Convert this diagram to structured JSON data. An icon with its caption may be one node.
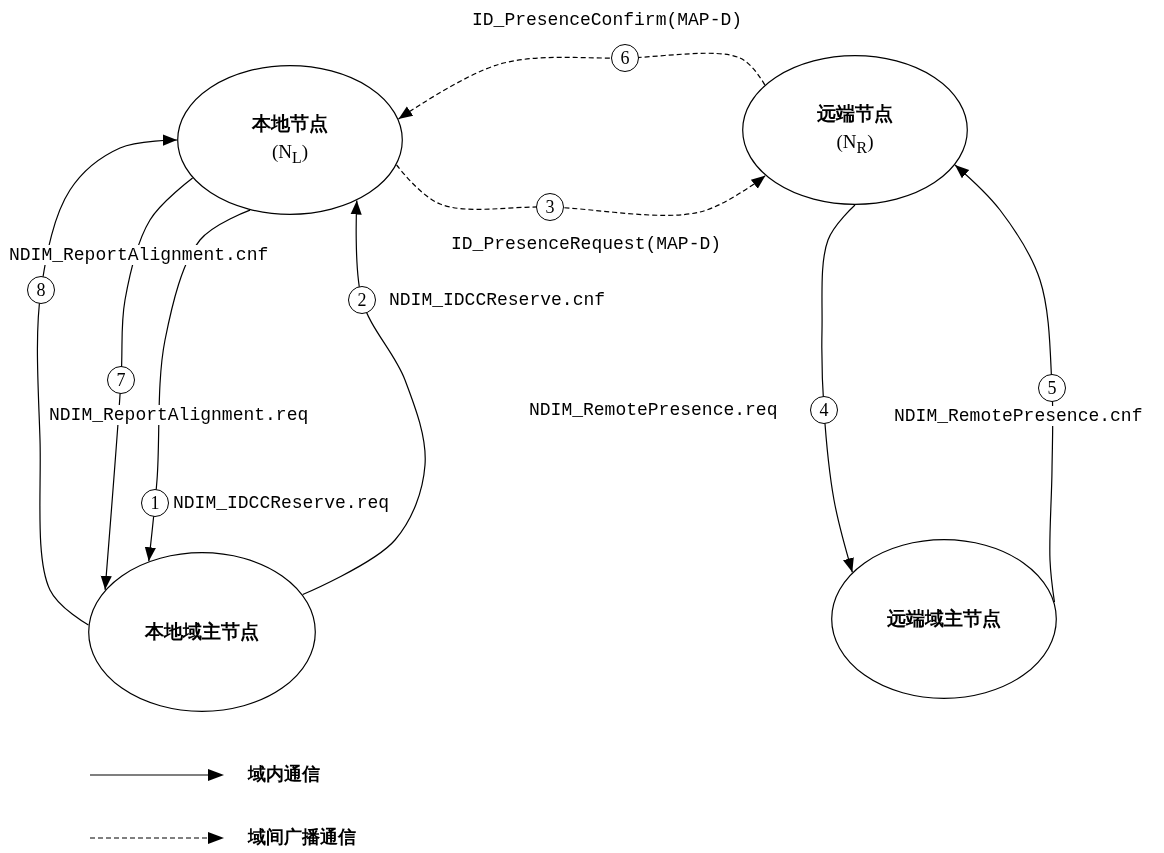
{
  "diagram": {
    "nodes": [
      {
        "text": [
          "本地节点",
          "(N$_{L}$)"
        ]
      },
      {
        "text": [
          "远端节点",
          "(N$_{R}$)"
        ]
      },
      {
        "text": [
          "本地域主节点"
        ]
      },
      {
        "text": [
          "远端域主节点"
        ]
      }
    ],
    "edges": [
      {
        "from": 0,
        "to": 2,
        "arrow": "to",
        "label": "NDIM_IDCCReserve.req"
      },
      {
        "from": 2,
        "to": 0,
        "arrow": "to",
        "label": "NDIM_IDCCReserve.cnf"
      },
      {
        "from": 0,
        "to": 1,
        "arrow": "to",
        "label": "ID_PresenceRequest(MAP-D)",
        "style": "dashed"
      },
      {
        "from": 1,
        "to": 3,
        "arrow": "to",
        "label": "NDIM_RemotePresence.req"
      },
      {
        "from": 3,
        "to": 1,
        "arrow": "to",
        "label": "NDIM_RemotePresence.cnf"
      },
      {
        "from": 1,
        "to": 0,
        "arrow": "to",
        "label": "ID_PresenceConfirm(MAP-D)",
        "style": "dashed"
      },
      {
        "from": 0,
        "to": 2,
        "arrow": "to",
        "label": "NDIM_ReportAlignment.req"
      },
      {
        "from": 2,
        "to": 0,
        "arrow": "to",
        "label": "NDIM_ReportAlignment.cnf"
      }
    ],
    "labels": [
      "1",
      "2",
      "3",
      "4",
      "5",
      "6",
      "7",
      "8"
    ],
    "legend": [
      {
        "text": "域内通信"
      },
      {
        "text": "域间广播通信"
      }
    ]
  }
}
